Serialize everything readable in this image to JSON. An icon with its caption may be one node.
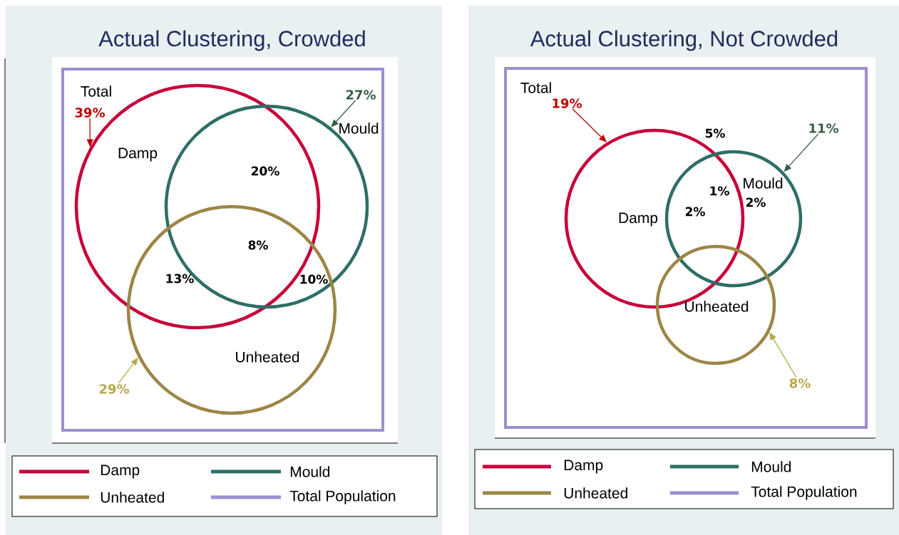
{
  "diagram": {
    "nodes": [
      {
        "text": [
          "Actual Clustering, Crowded"
        ]
      },
      {
        "text": [
          "Total"
        ],
        "in": 0
      },
      {
        "text": [
          "Damp"
        ],
        "in": 1
      },
      {
        "text": [
          "Mould"
        ],
        "in": 1
      },
      {
        "text": [
          "Unheated"
        ],
        "in": 1
      },
      {
        "text": [
          "39%"
        ],
        "in": 1
      },
      {
        "text": [
          "27%"
        ],
        "in": 1
      },
      {
        "text": [
          "29%"
        ],
        "in": 1
      },
      {
        "text": [
          "Actual Clustering, Not Crowded"
        ]
      },
      {
        "text": [
          "Total"
        ],
        "in": 8
      },
      {
        "text": [
          "Damp"
        ],
        "in": 9
      },
      {
        "text": [
          "Mould"
        ],
        "in": 9
      },
      {
        "text": [
          "Unheated"
        ],
        "in": 9
      },
      {
        "text": [
          "19%"
        ],
        "in": 9
      },
      {
        "text": [
          "11%"
        ],
        "in": 9
      },
      {
        "text": [
          "8%"
        ],
        "in": 9
      }
    ],
    "edges": [
      {
        "from": 5,
        "to": 2,
        "arrow": "to",
        "color": "#c00000"
      },
      {
        "from": 6,
        "to": 3,
        "arrow": "to",
        "color": "#375f46"
      },
      {
        "from": 7,
        "to": 4,
        "arrow": "to",
        "color": "#b8a84a"
      },
      {
        "from": 13,
        "to": 10,
        "arrow": "to",
        "color": "#c00000"
      },
      {
        "from": 14,
        "to": 11,
        "arrow": "to",
        "color": "#375f46"
      },
      {
        "from": 15,
        "to": 12,
        "arrow": "to",
        "color": "#b8a84a"
      }
    ],
    "labels": [
      "20%",
      "8%",
      "13%",
      "10%",
      "5%",
      "1%",
      "2%",
      "2%"
    ],
    "legend": [
      {
        "text": "Damp"
      },
      {
        "text": "Mould"
      },
      {
        "text": "Unheated"
      },
      {
        "text": "Total Population"
      },
      {
        "text": "Damp"
      },
      {
        "text": "Mould"
      },
      {
        "text": "Unheated"
      },
      {
        "text": "Total Population"
      }
    ]
  }
}
